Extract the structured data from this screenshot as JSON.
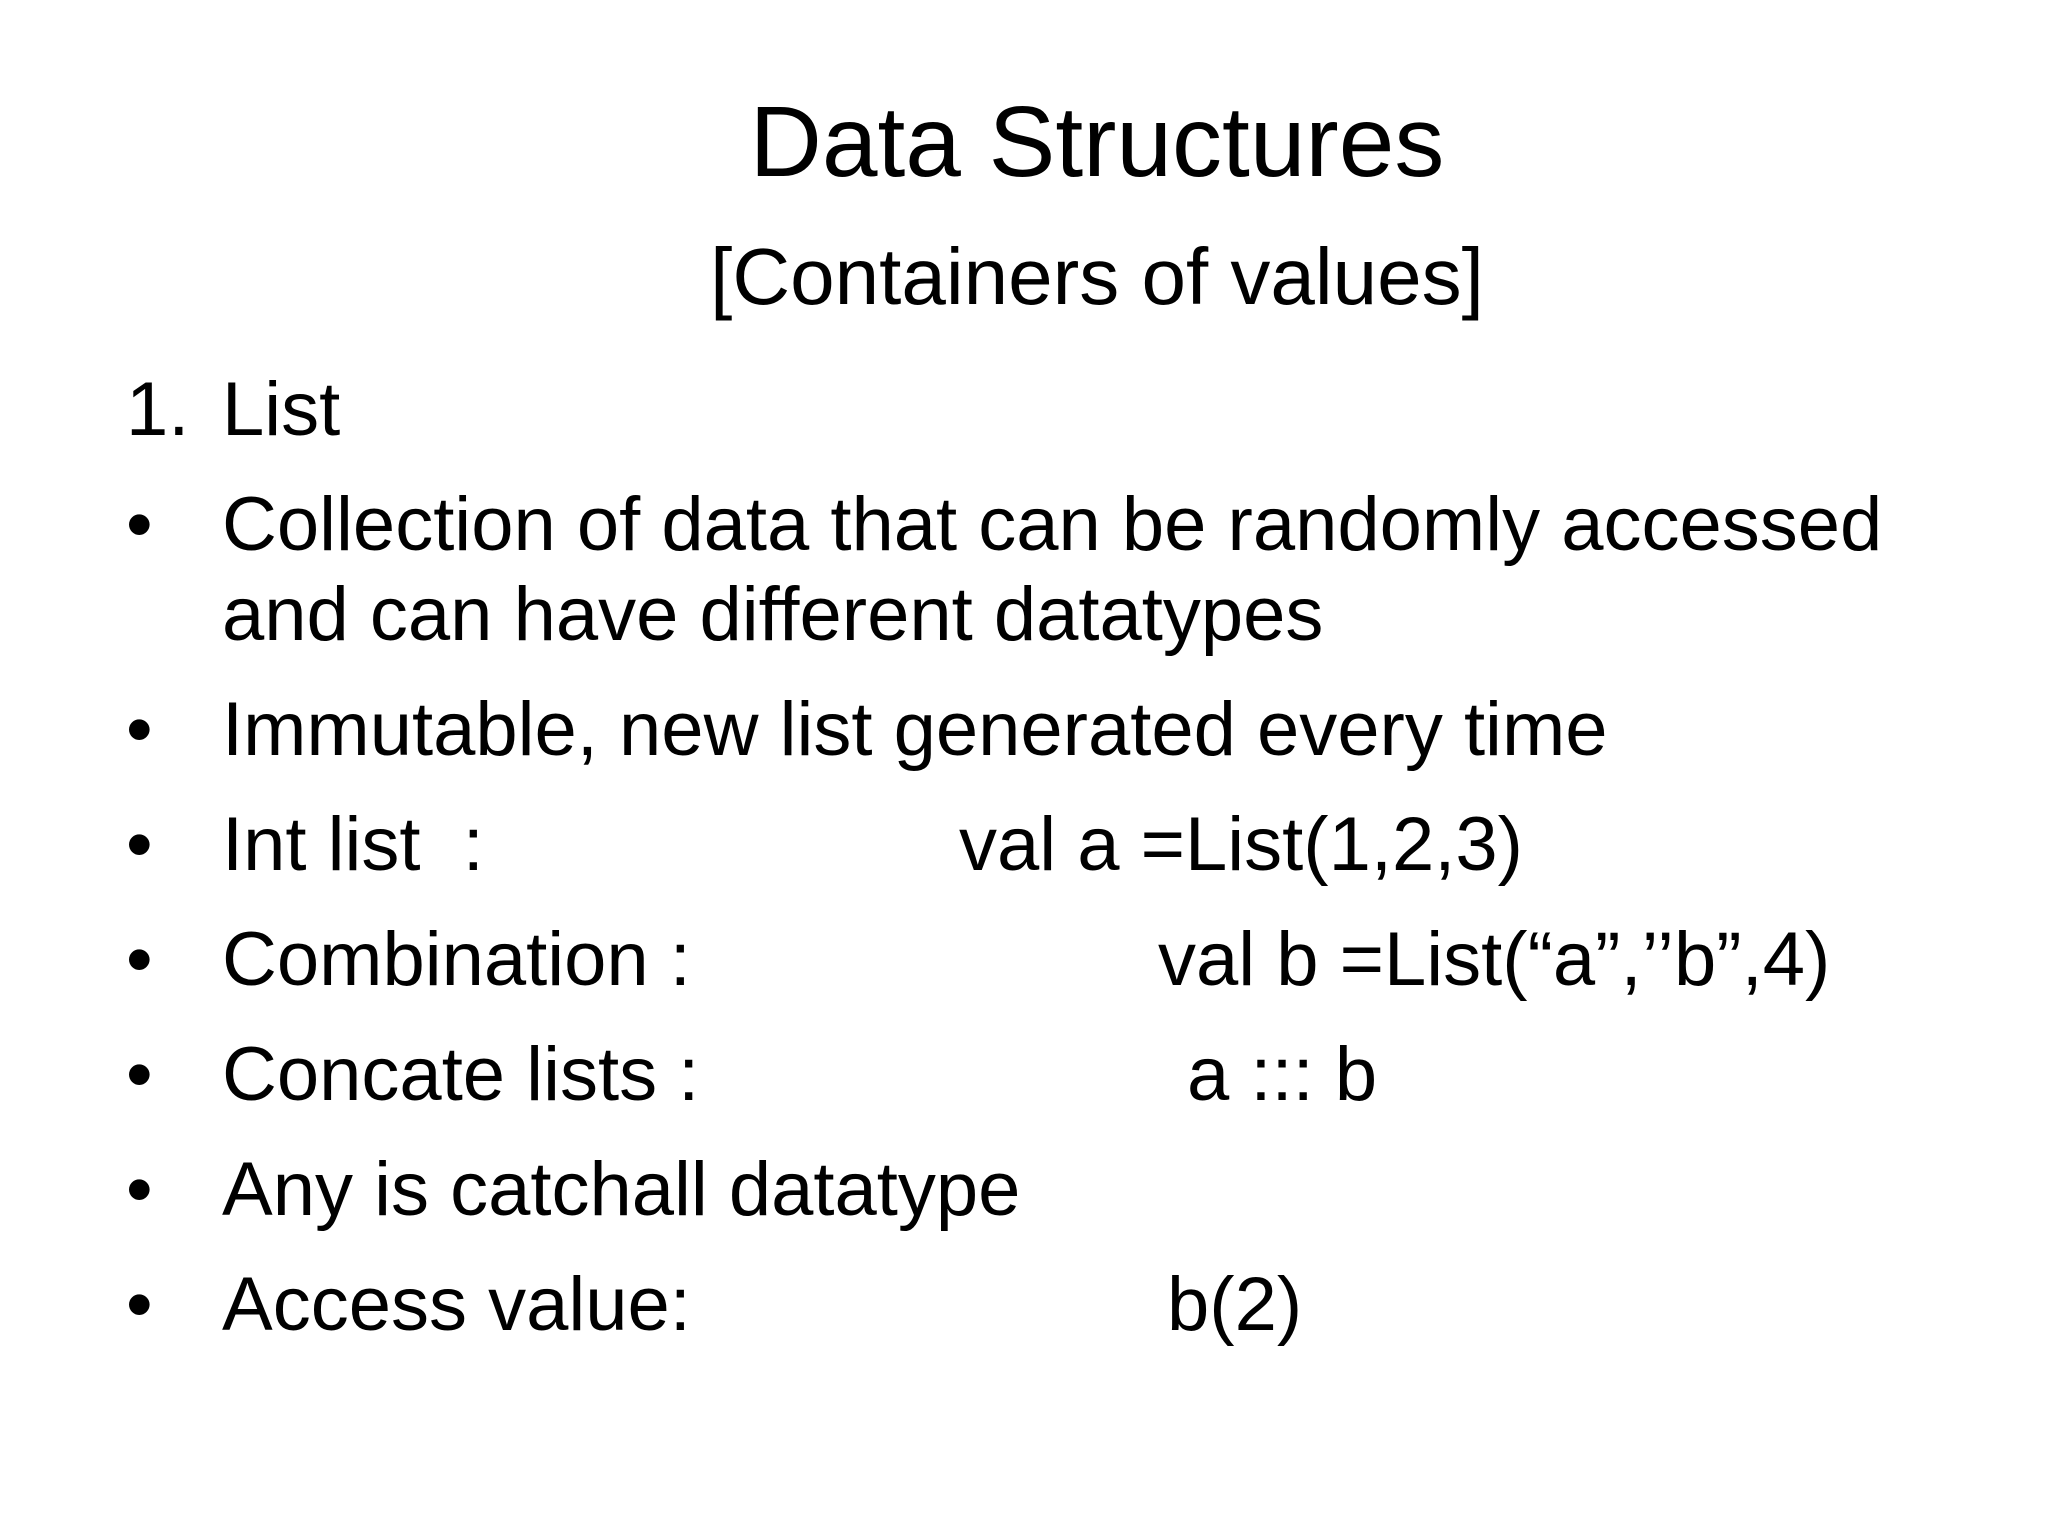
{
  "slide": {
    "title": "Data Structures",
    "subtitle": "[Containers of values]"
  },
  "list": {
    "items": [
      {
        "marker": "1.",
        "label": "List"
      },
      {
        "marker": "•",
        "label": "Collection of data that can be randomly accessed and can have different datatypes"
      },
      {
        "marker": "•",
        "label": "Immutable, new list generated every time"
      },
      {
        "marker": "•",
        "label": "Int list  :",
        "code": "val a =List(1,2,3)"
      },
      {
        "marker": "•",
        "label": "Combination :",
        "code": "val b =List(“a”,’’b”,4)"
      },
      {
        "marker": "•",
        "label": "Concate lists :",
        "code": "a ::: b"
      },
      {
        "marker": "•",
        "label": "Any is catchall datatype"
      },
      {
        "marker": "•",
        "label": "Access value:",
        "code": "b(2)"
      }
    ]
  }
}
